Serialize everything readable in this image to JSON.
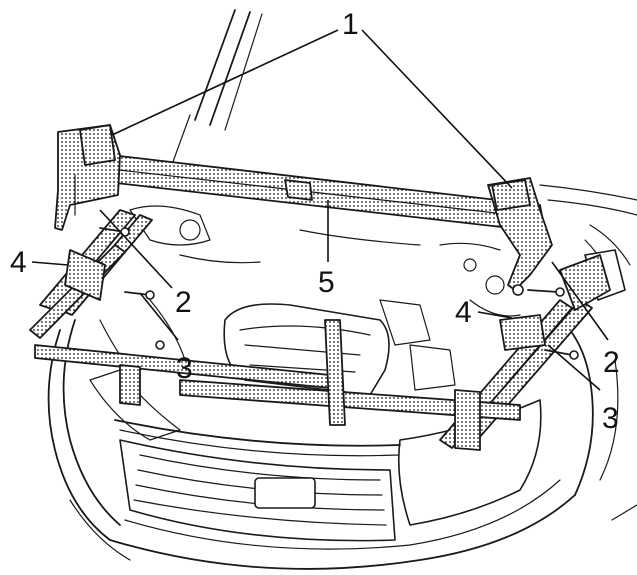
{
  "callouts": {
    "c1": "1",
    "c2_left": "2",
    "c2_right": "2",
    "c3_left": "3",
    "c3_right": "3",
    "c4_left": "4",
    "c4_right": "4",
    "c5": "5"
  },
  "colors": {
    "ink": "#1a1a1a",
    "paper": "#ffffff"
  }
}
